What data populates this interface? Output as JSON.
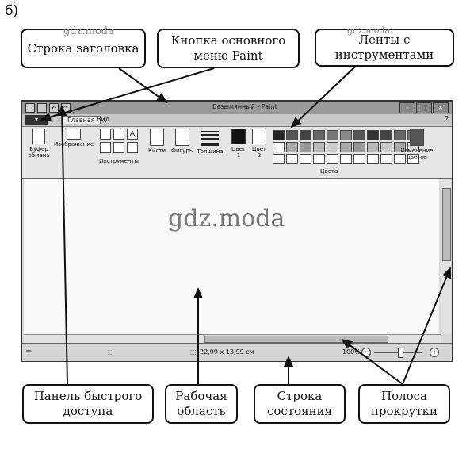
{
  "figure_label": "б)",
  "watermarks": [
    "gdz.moda",
    "gdz.moda",
    "gdz.moda"
  ],
  "callouts": {
    "title_bar": "Строка заголовка",
    "main_menu_button": "Кнопка основного меню Paint",
    "ribbons": "Ленты с инструментами",
    "quick_access_panel": "Панель быстрого доступа",
    "work_area": "Рабочая область",
    "status_bar": "Строка состояния",
    "scrollbars": "Полоса прокрутки"
  },
  "window": {
    "title": "Безымянный - Paint",
    "tabs": [
      "Главная",
      "Вид"
    ],
    "ribbon_groups": {
      "clipboard": "Буфер обмена",
      "image": "Изображение",
      "tools": "Инструменты",
      "brushes": "Кисти",
      "shapes": "Фигуры",
      "thickness": "Толщина",
      "color1": "Цвет 1",
      "color2": "Цвет 2",
      "colors": "Цвета",
      "edit_colors": "Изменение цветов"
    },
    "status": {
      "size": "22,99 x 13,99 см",
      "zoom": "100%"
    }
  }
}
